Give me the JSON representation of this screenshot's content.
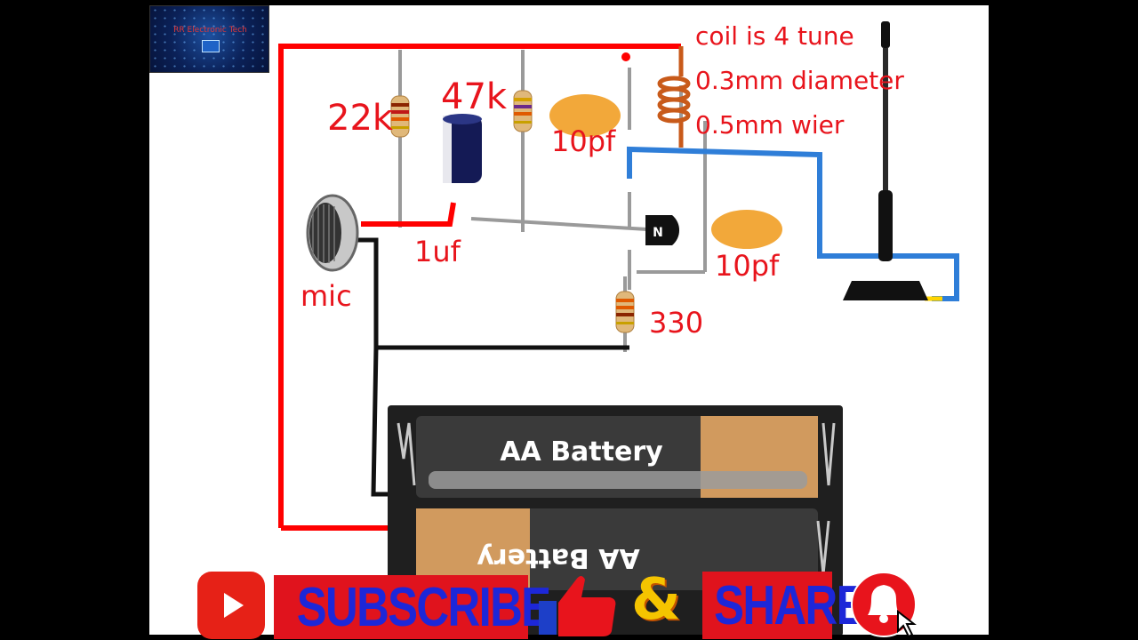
{
  "diagram": {
    "labels": {
      "r1": "22k",
      "r2": "47k",
      "c1": "10pf",
      "c2": "10pf",
      "cap_electrolytic": "1uf",
      "mic": "mic",
      "r3": "330",
      "transistor_mark": "N"
    },
    "coil_notes": [
      "coil is 4 tune",
      "0.3mm diameter",
      "0.5mm wier"
    ],
    "battery_label": "AA Battery",
    "battery_label_flipped": "AA Battery"
  },
  "channel_logo": {
    "text": "RR Electronic Tech"
  },
  "banner": {
    "subscribe": "SUBSCRIBE",
    "ampersand": "&",
    "share": "SHARE"
  },
  "colors": {
    "wire_red": "#ff0000",
    "wire_black": "#111111",
    "wire_blue": "#2f7ed8",
    "label_red": "#e8141c",
    "banner_red": "#e0131d",
    "banner_blue": "#1d27d8"
  }
}
